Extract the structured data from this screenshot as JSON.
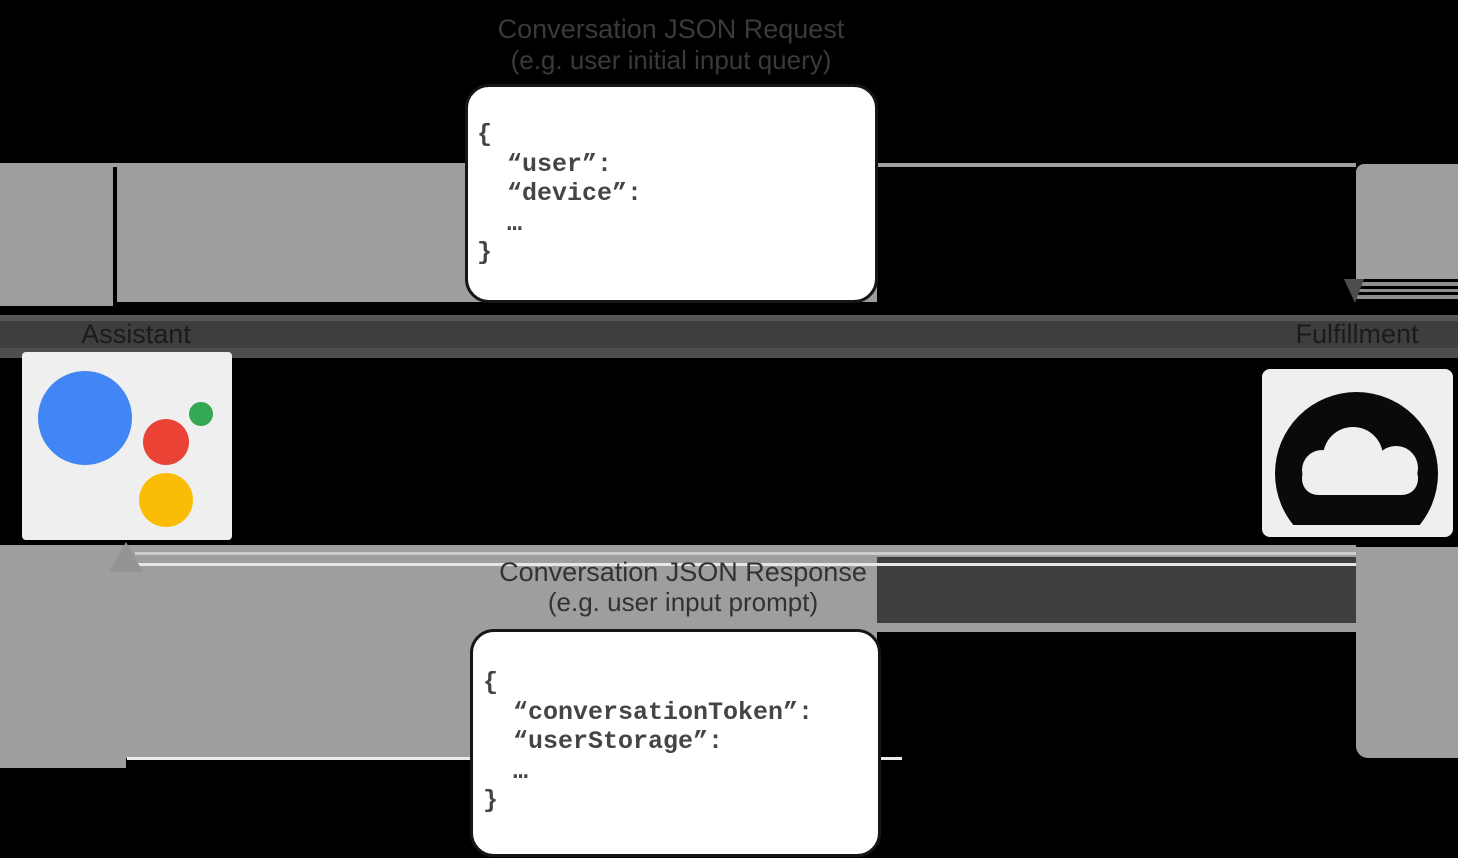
{
  "diagram": {
    "request": {
      "title": "Conversation JSON Request",
      "subtitle": "(e.g. user initial input query)",
      "code": "{\n  “user”:\n  “device”:\n  …\n}"
    },
    "response": {
      "title": "Conversation JSON Response",
      "subtitle": "(e.g. user input prompt)",
      "code": "{\n  “conversationToken”:\n  “userStorage”:\n  …\n}"
    },
    "assistant_label": "Assistant",
    "fulfillment_label": "Fulfillment"
  },
  "colors": {
    "background": "#000000",
    "arrow_gray": "#9e9e9e",
    "label_band_dark": "#3e3e3e",
    "tile_background": "#efefef",
    "code_text": "#454545",
    "assistant_blue": "#4285F4",
    "assistant_green": "#34A853",
    "assistant_red": "#EA4335",
    "assistant_yellow": "#FBBC05",
    "cloud_icon_black": "#0a0a0a"
  }
}
